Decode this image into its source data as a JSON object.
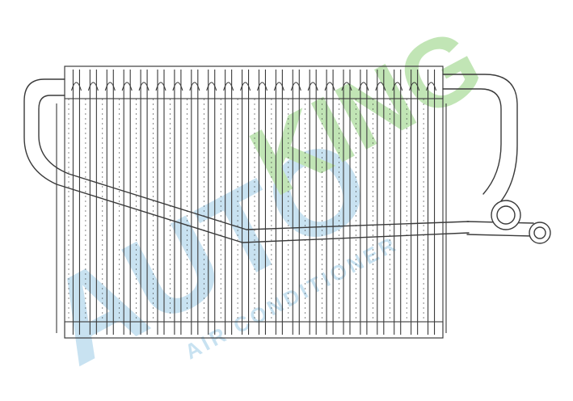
{
  "drawing": {
    "subject": "",
    "fin_count": 22,
    "line_color": "#3a3a3a"
  },
  "watermark": {
    "brand_main": "AUTO",
    "brand_accent": "KING",
    "tagline": "AIR CONDITIONER",
    "blue": "#9ccbe6",
    "green": "#8fd07a"
  }
}
